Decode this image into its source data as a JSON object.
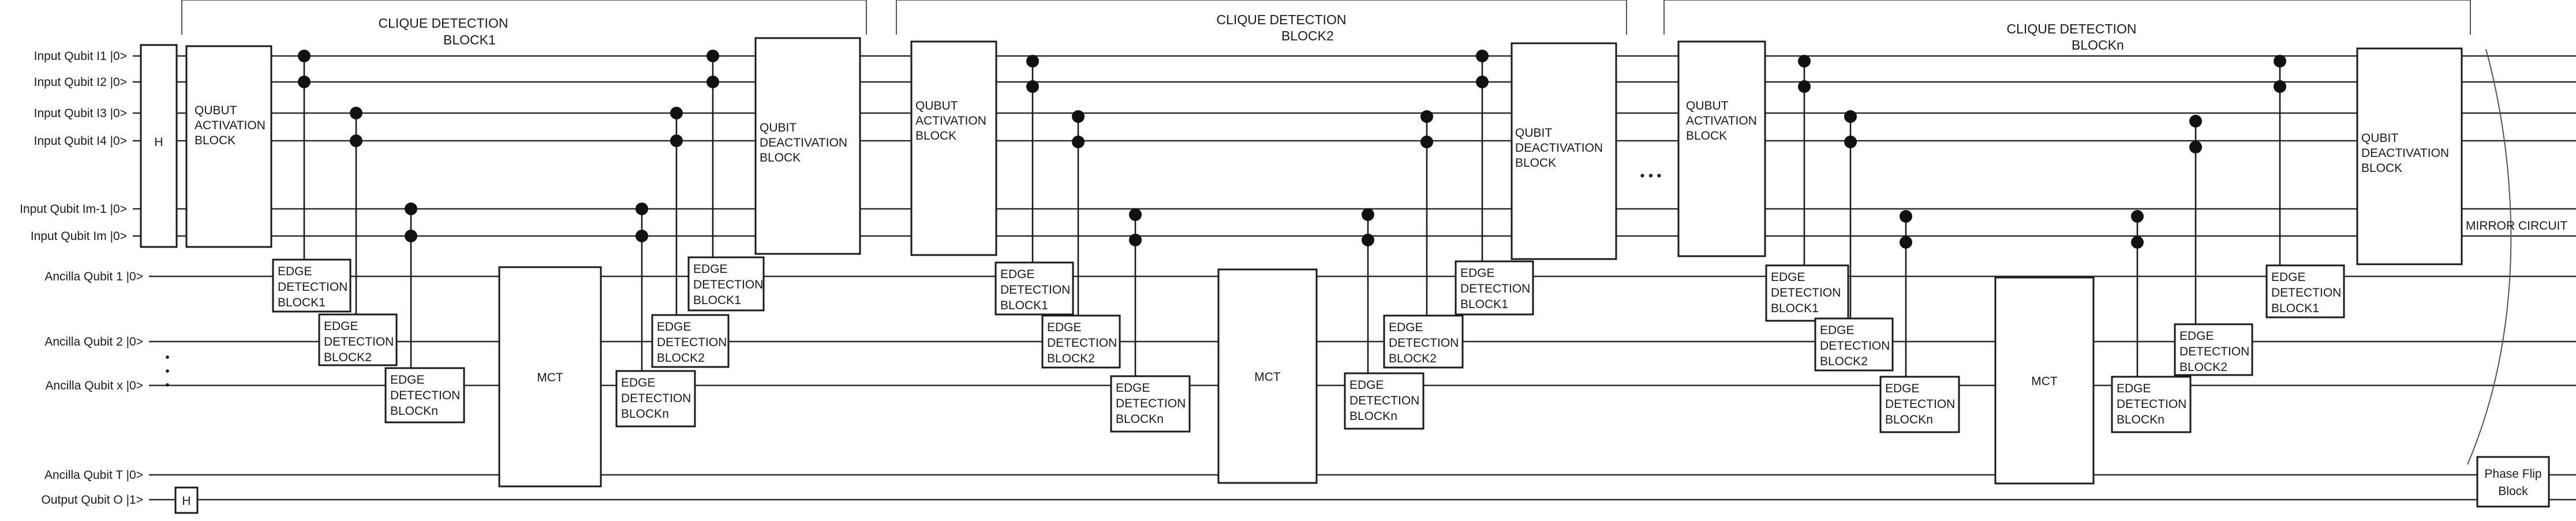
{
  "inputs": [
    "Input Qubit  I1  |0>",
    "Input Qubit  I2  |0>",
    "Input Qubit  I3  |0>",
    "Input Qubit  I4  |0>",
    "Input Qubit  Im-1  |0>",
    "Input Qubit  Im  |0>",
    "Ancilla Qubit 1  |0>",
    "Ancilla Qubit 2  |0>",
    "Ancilla Qubit x  |0>",
    "Ancilla Qubit T  |0>",
    "Output Qubit O  |1>"
  ],
  "gates": {
    "h_inputs": "H",
    "h_output": "H",
    "mct": "MCT",
    "activation": [
      "QUBUT",
      "ACTIVATION",
      "BLOCK"
    ],
    "deactivation": [
      "QUBIT",
      "DEACTIVATION",
      "BLOCK"
    ],
    "edge_label": [
      "EDGE",
      "DETECTION"
    ],
    "edge_ids": [
      "BLOCK1",
      "BLOCK2",
      "BLOCKn"
    ],
    "phase_flip": [
      "Phase Flip",
      "Block"
    ],
    "mirror": "MIRROR CIRCUIT"
  },
  "sections": [
    {
      "title": "CLIQUE DETECTION",
      "block": "BLOCK1"
    },
    {
      "title": "CLIQUE DETECTION",
      "block": "BLOCK2"
    },
    {
      "title": "CLIQUE DETECTION",
      "block": "BLOCKn"
    }
  ],
  "ellipsis": "• • •"
}
